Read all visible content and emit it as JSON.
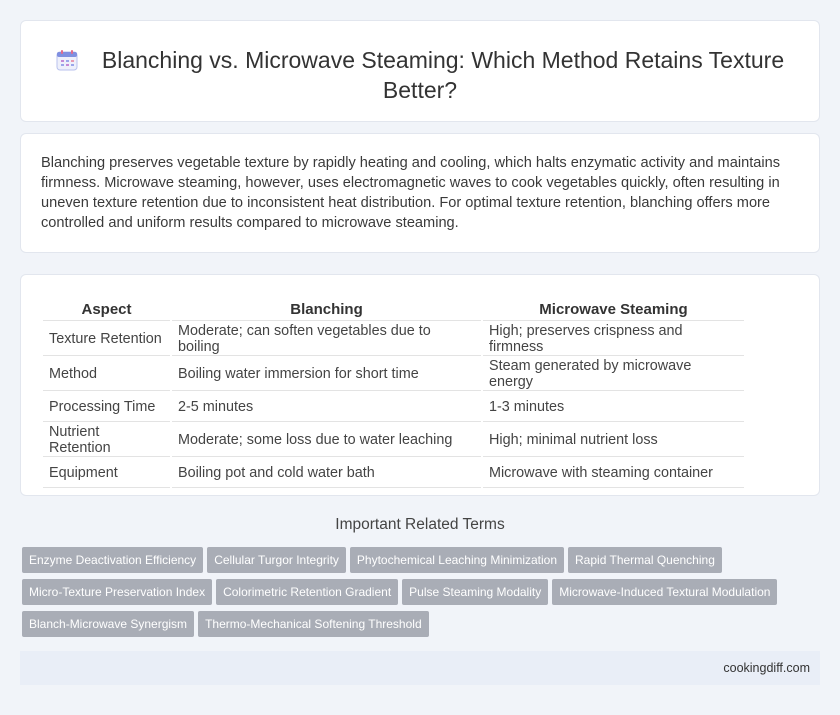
{
  "header": {
    "title": "Blanching vs. Microwave Steaming: Which Method Retains Texture Better?",
    "icon": "calendar-icon"
  },
  "intro": {
    "text": "Blanching preserves vegetable texture by rapidly heating and cooling, which halts enzymatic activity and maintains firmness. Microwave steaming, however, uses electromagnetic waves to cook vegetables quickly, often resulting in uneven texture retention due to inconsistent heat distribution. For optimal texture retention, blanching offers more controlled and uniform results compared to microwave steaming."
  },
  "table": {
    "headers": [
      "Aspect",
      "Blanching",
      "Microwave Steaming"
    ],
    "rows": [
      [
        "Texture Retention",
        "Moderate; can soften vegetables due to boiling",
        "High; preserves crispness and firmness"
      ],
      [
        "Method",
        "Boiling water immersion for short time",
        "Steam generated by microwave energy"
      ],
      [
        "Processing Time",
        "2-5 minutes",
        "1-3 minutes"
      ],
      [
        "Nutrient Retention",
        "Moderate; some loss due to water leaching",
        "High; minimal nutrient loss"
      ],
      [
        "Equipment",
        "Boiling pot and cold water bath",
        "Microwave with steaming container"
      ]
    ]
  },
  "related": {
    "title": "Important Related Terms",
    "tags": [
      "Enzyme Deactivation Efficiency",
      "Cellular Turgor Integrity",
      "Phytochemical Leaching Minimization",
      "Rapid Thermal Quenching",
      "Micro-Texture Preservation Index",
      "Colorimetric Retention Gradient",
      "Pulse Steaming Modality",
      "Microwave-Induced Textural Modulation",
      "Blanch-Microwave Synergism",
      "Thermo-Mechanical Softening Threshold"
    ]
  },
  "footer": {
    "site": "cookingdiff.com"
  },
  "colors": {
    "background": "#f1f4f9",
    "card": "#ffffff",
    "tag": "#a9adb6",
    "footer": "#e9eef7"
  }
}
